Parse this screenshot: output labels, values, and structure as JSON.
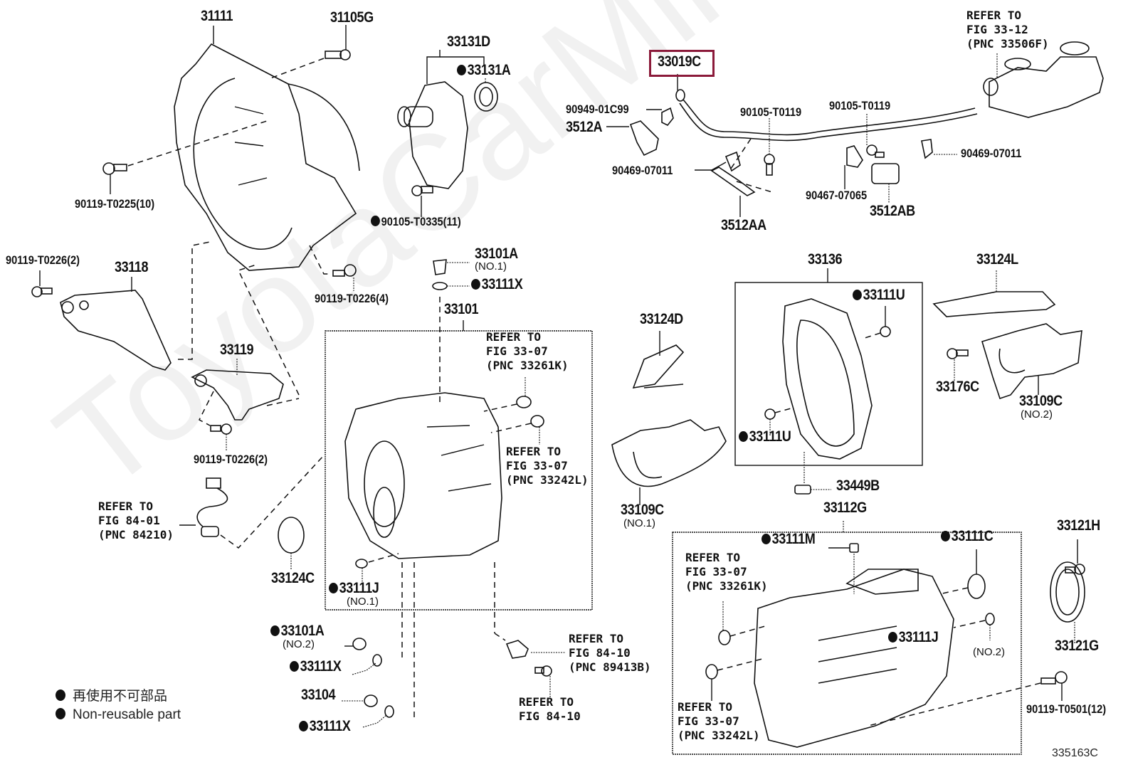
{
  "diagram": {
    "figure_id": "335163C",
    "watermark": "ToyotaCarMine.ru",
    "highlighted_part": "33019C",
    "highlight_color": "#8b1a3a",
    "legend": [
      {
        "symbol": "filled-circle",
        "text": "再使用不可部品"
      },
      {
        "symbol": "filled-circle",
        "text": "Non-reusable part"
      }
    ],
    "parts": {
      "p31111": "31111",
      "p31105G": "31105G",
      "p90119_T0225": "90119-T0225(10)",
      "p33131D": "33131D",
      "p33131A": "33131A",
      "p90105_T0335": "90105-T0335(11)",
      "p33019C": "33019C",
      "p90949_01C99": "90949-01C99",
      "p3512A": "3512A",
      "p90469_07011_a": "90469-07011",
      "p90105_T0119_a": "90105-T0119",
      "p90105_T0119_b": "90105-T0119",
      "p90469_07011_b": "90469-07011",
      "p90467_07065": "90467-07065",
      "p3512AB": "3512AB",
      "p3512AA": "3512AA",
      "p90119_T0226_2a": "90119-T0226(2)",
      "p33118": "33118",
      "p33119": "33119",
      "p90119_T0226_4": "90119-T0226(4)",
      "p90119_T0226_2b": "90119-T0226(2)",
      "p33101A_no1": "33101A",
      "p33101A_no1_sub": "(NO.1)",
      "p33111X_a": "33111X",
      "p33101": "33101",
      "p33136": "33136",
      "p33111U_a": "33111U",
      "p33111U_b": "33111U",
      "p33124L": "33124L",
      "p33124D": "33124D",
      "p33176C": "33176C",
      "p33109C_no2": "33109C",
      "p33109C_no2_sub": "(NO.2)",
      "p33109C_no1": "33109C",
      "p33109C_no1_sub": "(NO.1)",
      "p33449B": "33449B",
      "p33112G": "33112G",
      "p33111M": "33111M",
      "p33111C": "33111C",
      "p33121H": "33121H",
      "p33121G": "33121G",
      "p33111J_no2": "33111J",
      "p33111J_no2_sub": "(NO.2)",
      "p90119_T0501": "90119-T0501(12)",
      "p33124C": "33124C",
      "p33111J_no1": "33111J",
      "p33111J_no1_sub": "(NO.1)",
      "p33101A_no2": "33101A",
      "p33101A_no2_sub": "(NO.2)",
      "p33111X_b": "33111X",
      "p33104": "33104",
      "p33111X_c": "33111X"
    },
    "references": {
      "fig33_12": [
        "REFER TO",
        "FIG 33-12",
        "(PNC 33506F)"
      ],
      "fig33_07_a": [
        "REFER TO",
        "FIG 33-07",
        "(PNC 33261K)"
      ],
      "fig33_07_b": [
        "REFER TO",
        "FIG 33-07",
        "(PNC 33242L)"
      ],
      "fig84_01": [
        "REFER TO",
        "FIG 84-01",
        "(PNC 84210)"
      ],
      "fig84_10_a": [
        "REFER TO",
        "FIG 84-10",
        "(PNC 89413B)"
      ],
      "fig84_10_b": [
        "REFER TO",
        "FIG 84-10"
      ],
      "fig33_07_c": [
        "REFER TO",
        "FIG 33-07",
        "(PNC 33261K)"
      ],
      "fig33_07_d": [
        "REFER TO",
        "FIG 33-07",
        "(PNC 33242L)"
      ]
    }
  }
}
